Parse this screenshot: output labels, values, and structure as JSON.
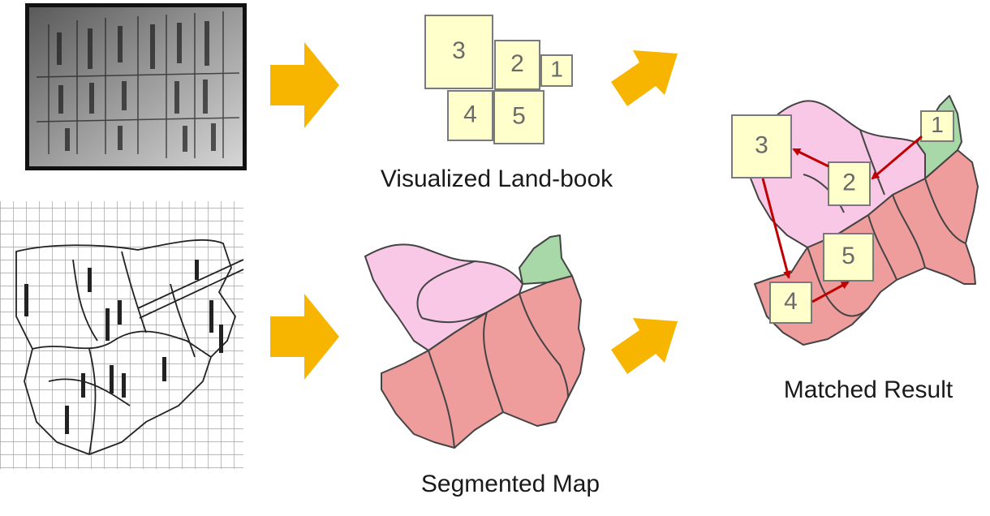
{
  "captions": {
    "landbook": "Visualized Land-book",
    "segmented": "Segmented Map",
    "matched": "Matched Result"
  },
  "landbook_boxes": [
    "3",
    "2",
    "1",
    "4",
    "5"
  ],
  "matched_boxes": [
    "1",
    "3",
    "2",
    "5",
    "4"
  ],
  "colors": {
    "arrow": "#F7B500",
    "box_fill": "#FFFFCC",
    "region_pink": "#F9C8E6",
    "region_green": "#A8D8A8",
    "region_red": "#EE9C9C",
    "match_arrow": "#C00000"
  }
}
